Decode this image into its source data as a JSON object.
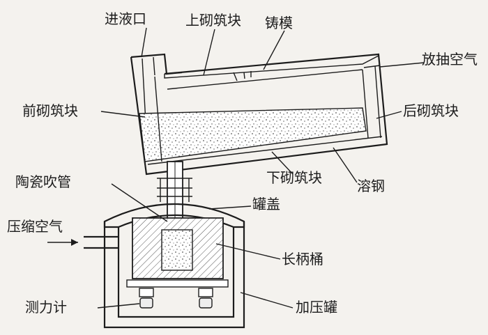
{
  "labels": {
    "inlet": "进液口",
    "upper_brick": "上砌筑块",
    "mold": "铸模",
    "vent": "放抽空气",
    "front_brick": "前砌筑块",
    "rear_brick": "后砌筑块",
    "lower_brick": "下砌筑块",
    "molten_steel": "溶钢",
    "ceramic_tube": "陶瓷吹管",
    "tank_lid": "罐盖",
    "compressed_air": "压缩空气",
    "long_handle_bucket": "长柄桶",
    "load_cell": "测力计",
    "pressure_tank": "加压罐"
  }
}
